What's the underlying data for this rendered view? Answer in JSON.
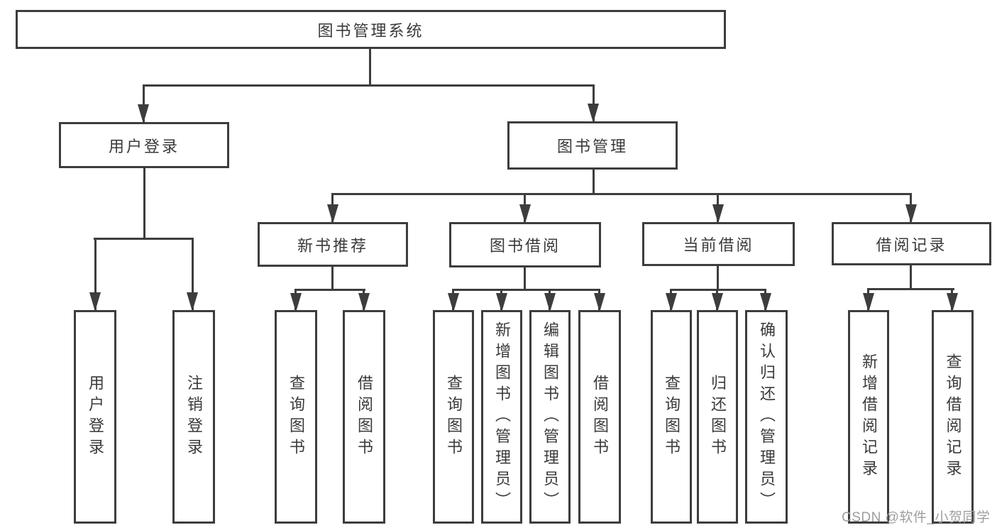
{
  "diagram": {
    "title": "图书管理系统",
    "user_login": {
      "label": "用户登录",
      "children": {
        "login": "用户登录",
        "logout": "注销登录"
      }
    },
    "book_management": {
      "label": "图书管理",
      "new_books": {
        "label": "新书推荐",
        "children": {
          "query": "查询图书",
          "borrow": "借阅图书"
        }
      },
      "book_borrow": {
        "label": "图书借阅",
        "children": {
          "query": "查询图书",
          "add": "新增图书（管理员）",
          "edit": "编辑图书（管理员）",
          "borrow": "借阅图书"
        }
      },
      "current_borrow": {
        "label": "当前借阅",
        "children": {
          "query": "查询图书",
          "return": "归还图书",
          "confirm": "确认归还（管理员）"
        }
      },
      "borrow_records": {
        "label": "借阅记录",
        "children": {
          "add": "新增借阅记录",
          "query": "查询借阅记录"
        }
      }
    }
  },
  "watermark": "CSDN @软件_小贺同学",
  "colors": {
    "line": "#3d3d3d",
    "text": "#3a3a3a",
    "watermark": "#9e9e9e",
    "background": "#ffffff"
  }
}
